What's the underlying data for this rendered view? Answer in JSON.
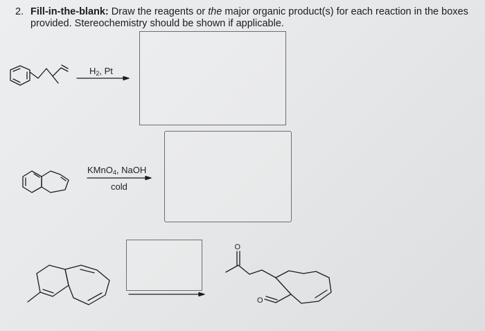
{
  "question": {
    "number": "2.",
    "heading": "Fill-in-the-blank:",
    "text_1": " Draw the reagents or ",
    "emphasis": "the",
    "text_2": " major organic product(s) for each reaction in the boxes provided. Stereochemistry should be shown if applicable."
  },
  "reactions": [
    {
      "id": "reaction-1",
      "reagent_main": "H",
      "reagent_sub": "2",
      "reagent_rest": ", Pt",
      "below_arrow": ""
    },
    {
      "id": "reaction-2",
      "reagent_main": "KMnO",
      "reagent_sub": "4",
      "reagent_rest": ", NaOH",
      "below_arrow": "cold"
    },
    {
      "id": "reaction-3",
      "reagent_main": "",
      "reagent_sub": "",
      "reagent_rest": "",
      "below_arrow": ""
    }
  ],
  "atom_labels": {
    "oxygen": "O"
  },
  "colors": {
    "ink": "#1c1c1c",
    "box_border": "#6e6e6e",
    "paper": "#e6e8ea"
  }
}
